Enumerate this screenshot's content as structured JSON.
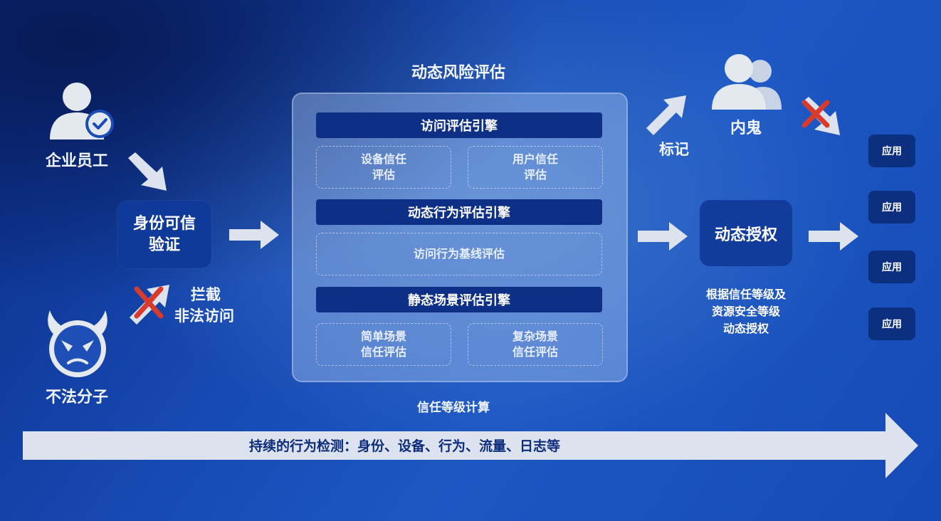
{
  "title": "动态风险评估",
  "employee": {
    "label": "企业员工"
  },
  "attacker": {
    "label": "不法分子"
  },
  "identity": {
    "line1": "身份可信",
    "line2": "验证"
  },
  "block": {
    "line1": "拦截",
    "line2": "非法访问"
  },
  "engines": [
    {
      "title": "访问评估引擎",
      "items": [
        {
          "line1": "设备信任",
          "line2": "评估"
        },
        {
          "line1": "用户信任",
          "line2": "评估"
        }
      ]
    },
    {
      "title": "动态行为评估引擎",
      "items": [
        {
          "line1": "访问行为基线评估"
        }
      ]
    },
    {
      "title": "静态场景评估引擎",
      "items": [
        {
          "line1": "简单场景",
          "line2": "信任评估"
        },
        {
          "line1": "复杂场景",
          "line2": "信任评估"
        }
      ]
    }
  ],
  "trust_calc": "信任等级计算",
  "mark": "标记",
  "insider": "内鬼",
  "auth": {
    "label": "动态授权"
  },
  "auth_note": {
    "line1": "根据信任等级及",
    "line2": "资源安全等级",
    "line3": "动态授权"
  },
  "apps": [
    "应用",
    "应用",
    "应用",
    "应用"
  ],
  "bottom_bar": "持续的行为检测：身份、设备、行为、流量、日志等",
  "colors": {
    "panel_header": "#0e2f86",
    "box": "#0f3a9a",
    "arrow": "#dde3ee",
    "cross": "#d83a2e"
  }
}
